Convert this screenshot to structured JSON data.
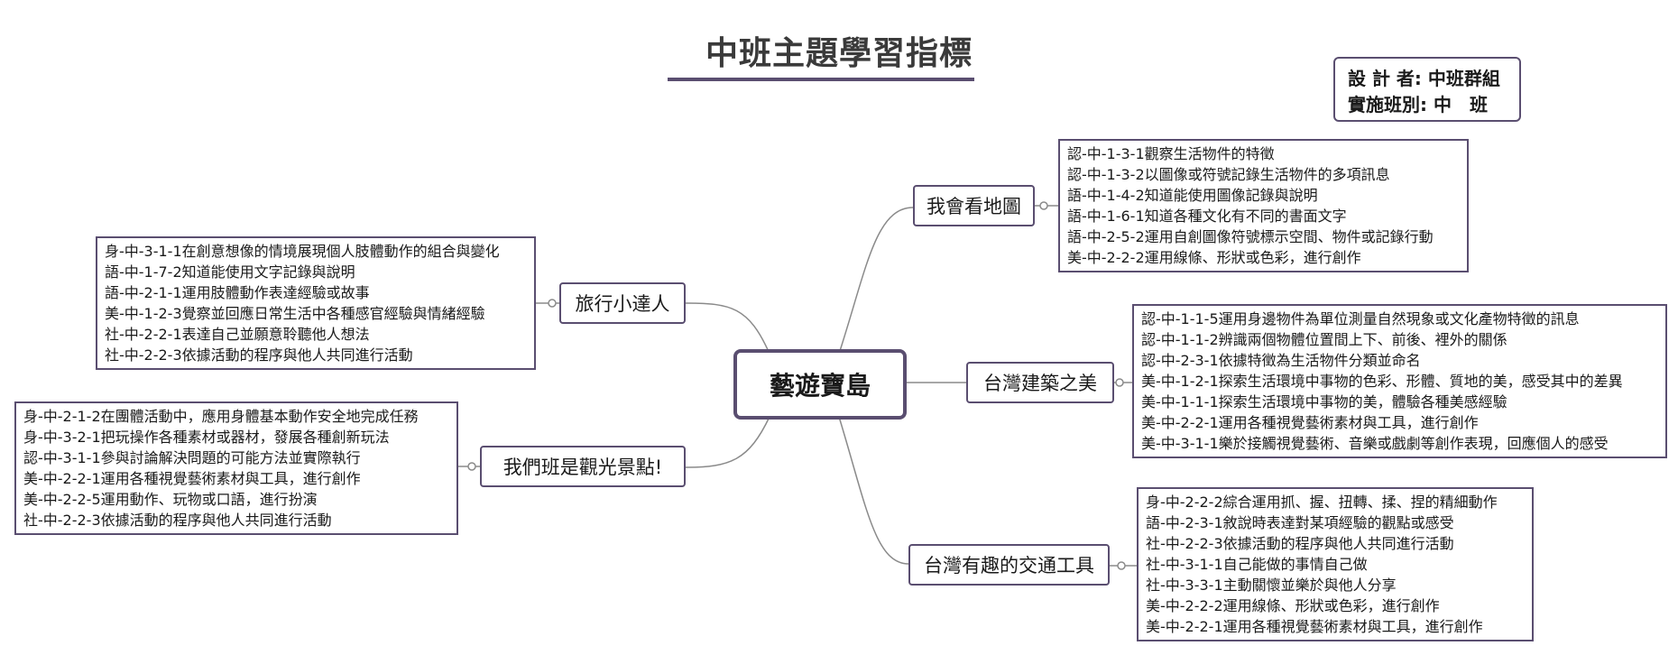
{
  "title": "中班主題學習指標",
  "info": {
    "designer_label": "設 計 者:",
    "designer_value": "中班群組",
    "class_label": "實施班別:",
    "class_value": "中　班"
  },
  "center": "藝遊寶島",
  "branches": {
    "map": {
      "label": "我會看地圖",
      "items": [
        "認-中-1-3-1觀察生活物件的特徵",
        "認-中-1-3-2以圖像或符號記錄生活物件的多項訊息",
        "語-中-1-4-2知道能使用圖像記錄與說明",
        "語-中-1-6-1知道各種文化有不同的書面文字",
        "語-中-2-5-2運用自創圖像符號標示空間、物件或記錄行動",
        "美-中-2-2-2運用線條、形狀或色彩，進行創作"
      ]
    },
    "architecture": {
      "label": "台灣建築之美",
      "items": [
        "認-中-1-1-5運用身邊物件為單位測量自然現象或文化產物特徵的訊息",
        "認-中-1-1-2辨識兩個物體位置間上下、前後、裡外的關係",
        "認-中-2-3-1依據特徵為生活物件分類並命名",
        "美-中-1-2-1探索生活環境中事物的色彩、形體、質地的美，感受其中的差異",
        "美-中-1-1-1探索生活環境中事物的美，體驗各種美感經驗",
        "美-中-2-2-1運用各種視覺藝術素材與工具，進行創作",
        "美-中-3-1-1樂於接觸視覺藝術、音樂或戲劇等創作表現，回應個人的感受"
      ]
    },
    "transport": {
      "label": "台灣有趣的交通工具",
      "items": [
        "身-中-2-2-2綜合運用抓、握、扭轉、揉、捏的精細動作",
        "語-中-2-3-1敘說時表達對某項經驗的觀點或感受",
        "社-中-2-2-3依據活動的程序與他人共同進行活動",
        "社-中-3-1-1自己能做的事情自己做",
        "社-中-3-3-1主動關懷並樂於與他人分享",
        "美-中-2-2-2運用線條、形狀或色彩，進行創作",
        "美-中-2-2-1運用各種視覺藝術素材與工具，進行創作"
      ]
    },
    "traveler": {
      "label": "旅行小達人",
      "items": [
        "身-中-3-1-1在創意想像的情境展現個人肢體動作的組合與變化",
        "語-中-1-7-2知道能使用文字記錄與說明",
        "語-中-2-1-1運用肢體動作表達經驗或故事",
        "美-中-1-2-3覺察並回應日常生活中各種感官經驗與情緒經驗",
        "社-中-2-2-1表達自己並願意聆聽他人想法",
        "社-中-2-2-3依據活動的程序與他人共同進行活動"
      ]
    },
    "spot": {
      "label": "我們班是觀光景點!",
      "items": [
        "身-中-2-1-2在團體活動中，應用身體基本動作安全地完成任務",
        "身-中-3-2-1把玩操作各種素材或器材，發展各種創新玩法",
        "認-中-3-1-1參與討論解決問題的可能方法並實際執行",
        "美-中-2-2-1運用各種視覺藝術素材與工具，進行創作",
        "美-中-2-2-5運用動作、玩物或口語，進行扮演",
        "社-中-2-2-3依據活動的程序與他人共同進行活動"
      ]
    }
  },
  "colors": {
    "border": "#5a4e70",
    "line": "#8a8a8a",
    "text": "#1a1a1a"
  }
}
